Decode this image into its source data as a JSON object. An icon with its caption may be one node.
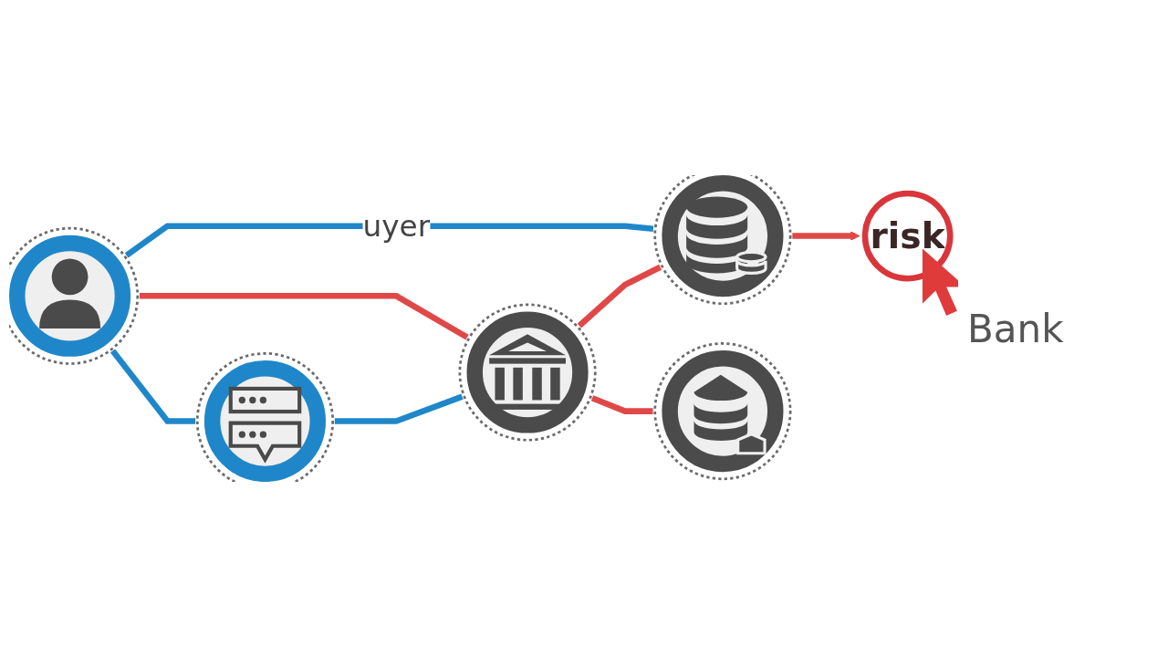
{
  "diagram": {
    "nodes": [
      {
        "text": [],
        "shape": "circle"
      },
      {
        "text": [],
        "shape": "circle"
      },
      {
        "text": [],
        "shape": "circle"
      },
      {
        "text": [],
        "shape": "circle"
      },
      {
        "text": [],
        "shape": "circle"
      },
      {
        "text": [
          "risk"
        ]
      }
    ],
    "edges": [
      {
        "from": 0,
        "to": 1,
        "arrow": "none",
        "label": "uyer",
        "color": "#1f87c9"
      },
      {
        "from": 0,
        "to": 2,
        "arrow": "none",
        "color": "#e04848"
      },
      {
        "from": 0,
        "to": 3,
        "arrow": "none",
        "color": "#1f87c9"
      },
      {
        "from": 2,
        "to": 1,
        "arrow": "none",
        "color": "#e04848"
      },
      {
        "from": 3,
        "to": 2,
        "arrow": "none",
        "color": "#1f87c9"
      },
      {
        "from": 2,
        "to": 4,
        "arrow": "none",
        "color": "#e04848"
      },
      {
        "from": 1,
        "to": 5,
        "arrow": "to",
        "color": "#e04848"
      }
    ],
    "labels": [
      "Bank"
    ]
  }
}
